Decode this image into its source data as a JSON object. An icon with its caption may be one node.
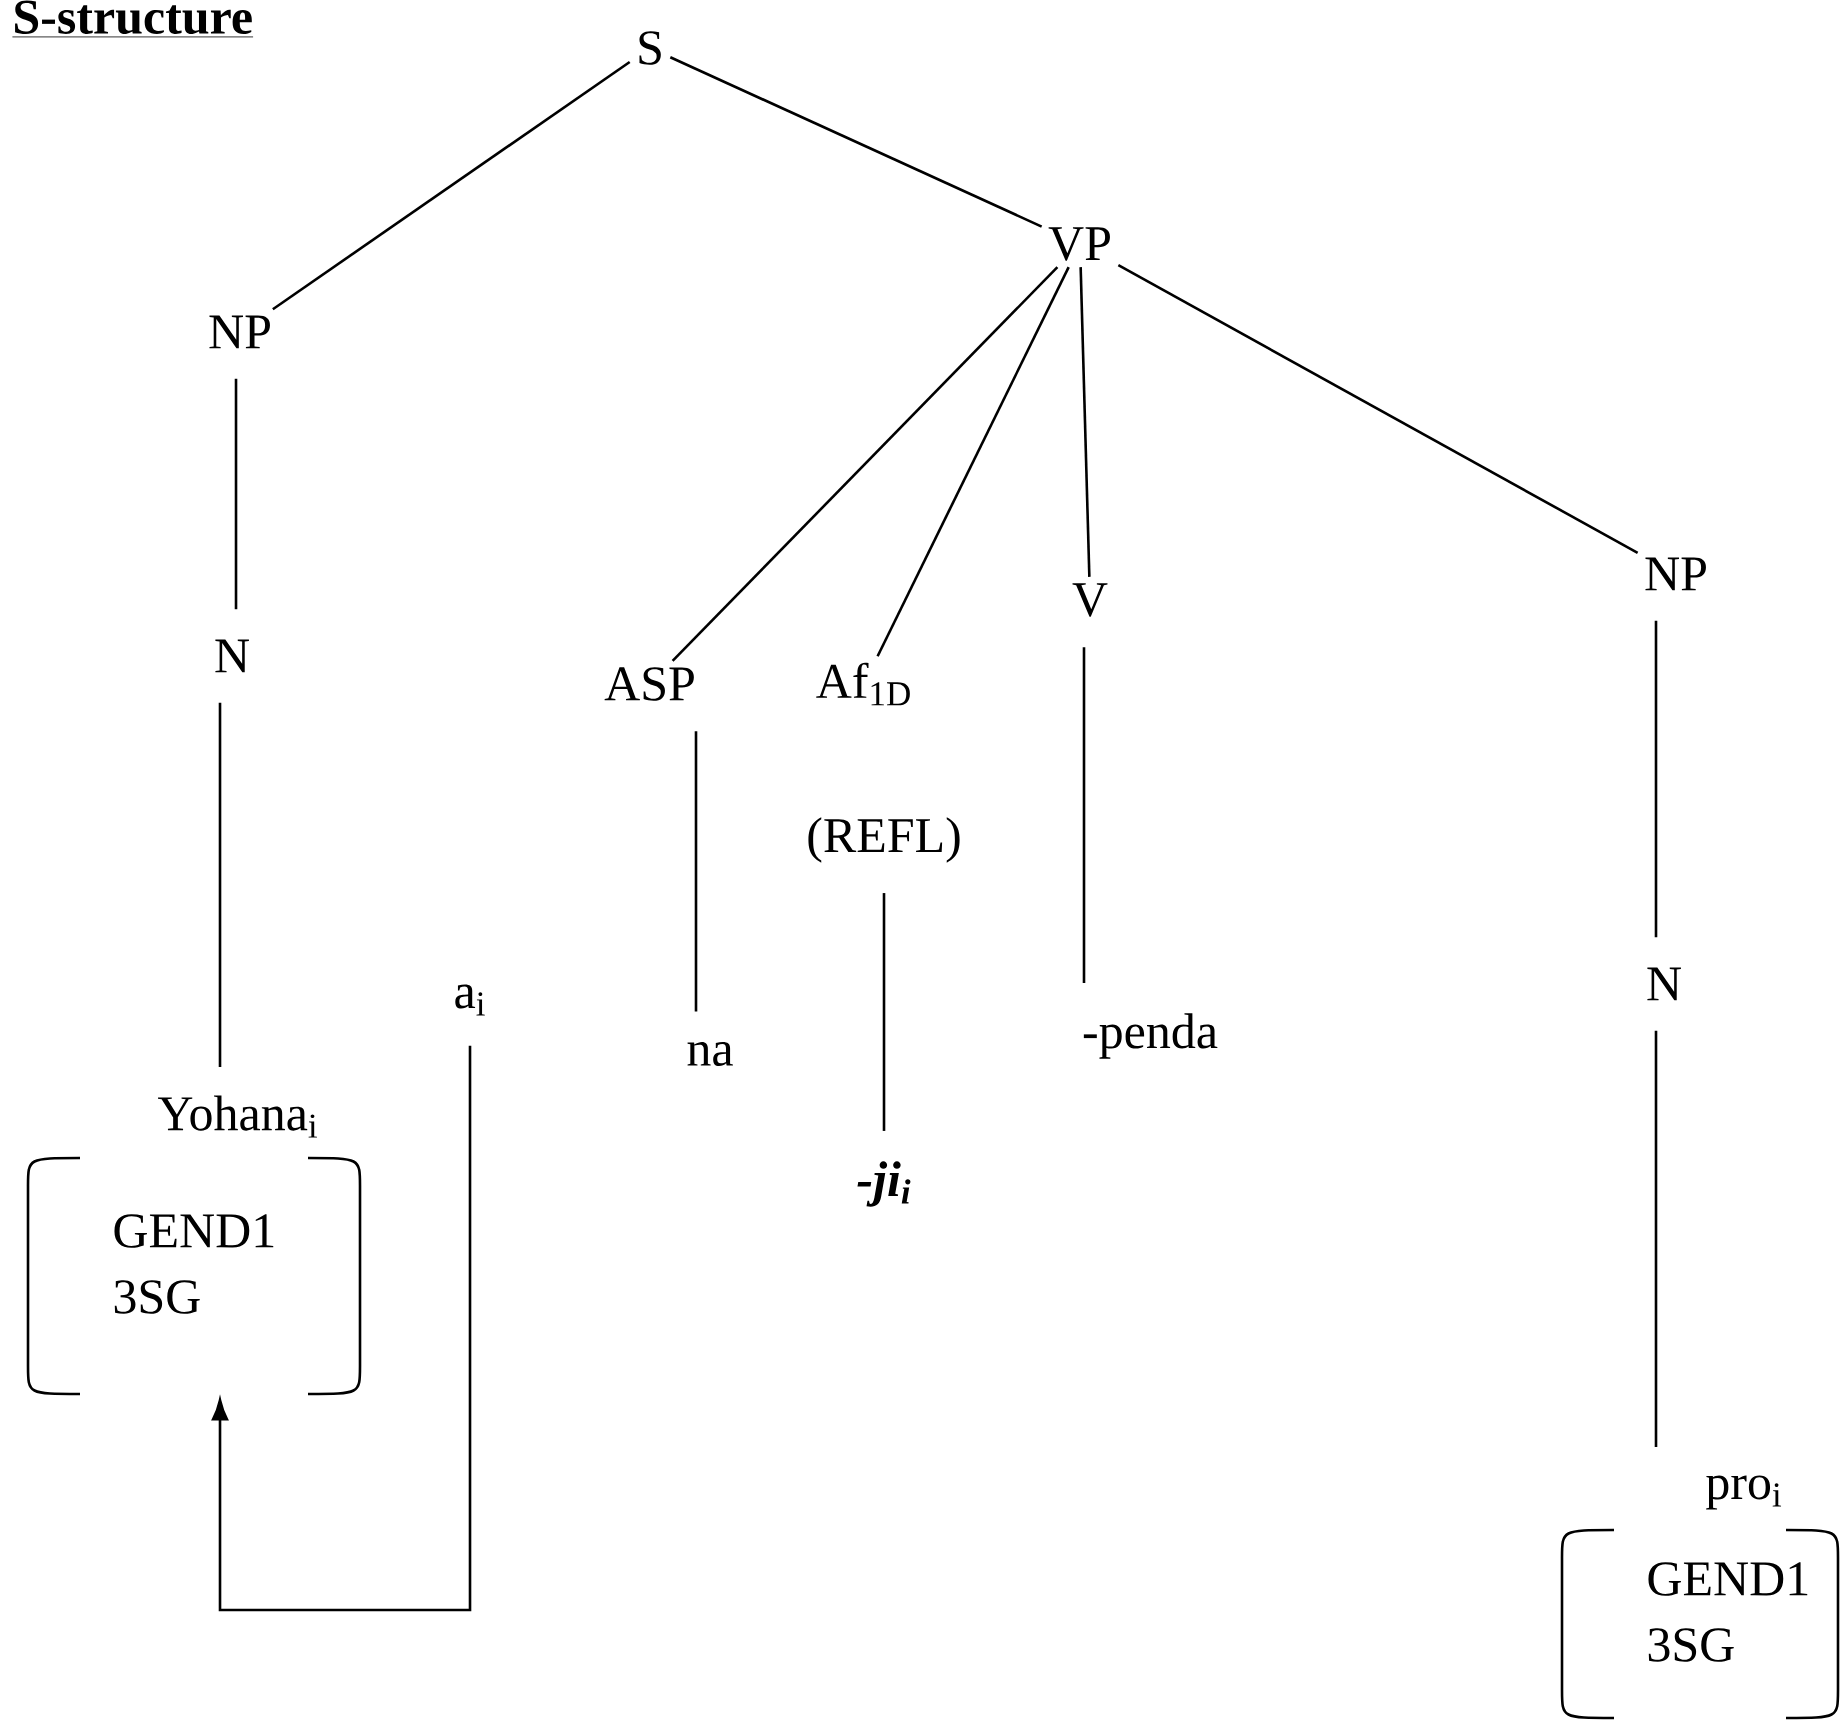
{
  "diagram": {
    "title": "S-structure",
    "nodes": [
      {
        "text": [
          "S"
        ]
      },
      {
        "text": [
          "NP"
        ]
      },
      {
        "text": [
          "VP"
        ]
      },
      {
        "text": [
          "N"
        ]
      },
      {
        "text": [
          "ASP"
        ]
      },
      {
        "text": [
          "Af$_{1D}$"
        ]
      },
      {
        "text": [
          "(REFL)"
        ]
      },
      {
        "text": [
          "V"
        ]
      },
      {
        "text": [
          "NP"
        ]
      },
      {
        "text": [
          "Yohana$_{i}$",
          "GEND1 3SG"
        ]
      },
      {
        "text": [
          "a$_{i}$"
        ]
      },
      {
        "text": [
          "na"
        ]
      },
      {
        "text": [
          "-ji$_{i}$"
        ]
      },
      {
        "text": [
          "-penda"
        ]
      },
      {
        "text": [
          "N"
        ]
      },
      {
        "text": [
          "pro$_{i}$",
          "GEND1 3SG"
        ]
      }
    ],
    "edges": [
      {
        "from": 0,
        "to": 1,
        "arrow": "none"
      },
      {
        "from": 0,
        "to": 2,
        "arrow": "none"
      },
      {
        "from": 1,
        "to": 3,
        "arrow": "none"
      },
      {
        "from": 3,
        "to": 9,
        "arrow": "none"
      },
      {
        "from": 2,
        "to": 4,
        "arrow": "none"
      },
      {
        "from": 2,
        "to": 5,
        "arrow": "none"
      },
      {
        "from": 2,
        "to": 7,
        "arrow": "none"
      },
      {
        "from": 2,
        "to": 8,
        "arrow": "none"
      },
      {
        "from": 4,
        "to": 11,
        "arrow": "none"
      },
      {
        "from": 6,
        "to": 12,
        "arrow": "none"
      },
      {
        "from": 7,
        "to": 13,
        "arrow": "none"
      },
      {
        "from": 8,
        "to": 14,
        "arrow": "none"
      },
      {
        "from": 14,
        "to": 15,
        "arrow": "none"
      },
      {
        "from": 10,
        "to": 9,
        "arrow": "to"
      }
    ]
  }
}
